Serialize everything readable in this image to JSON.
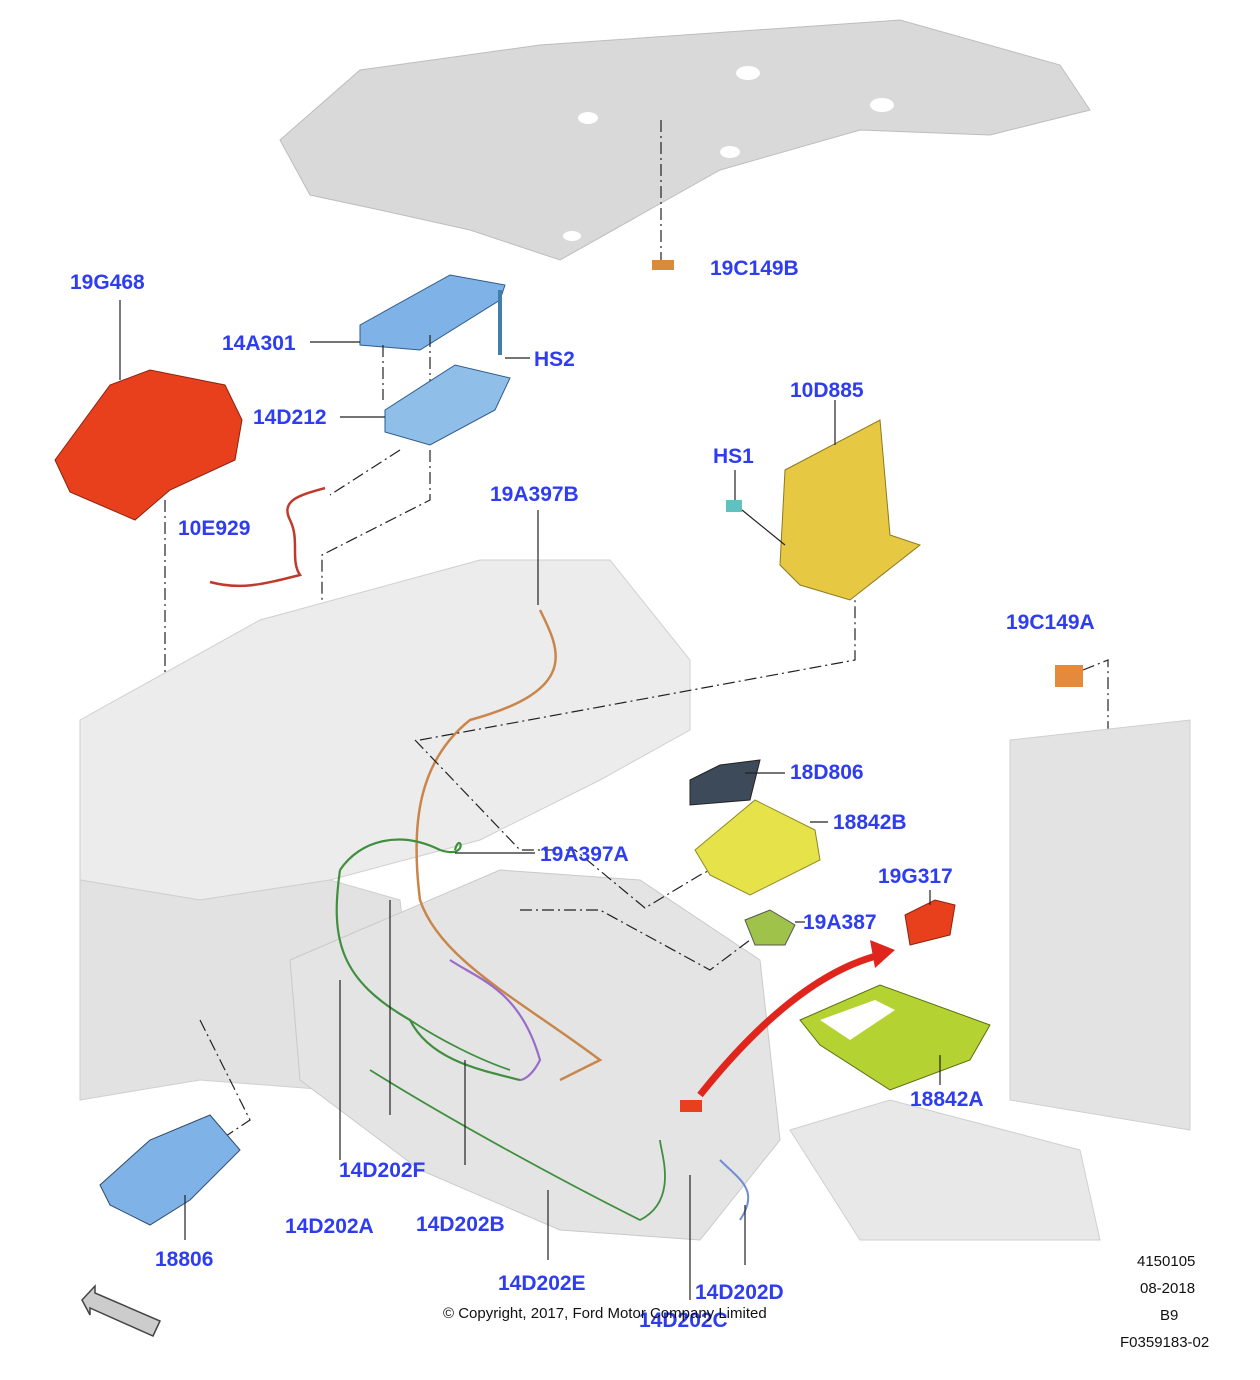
{
  "diagram": {
    "labels": [
      {
        "id": "p19g468",
        "text": "19G468"
      },
      {
        "id": "p14a301",
        "text": "14A301"
      },
      {
        "id": "phs2",
        "text": "HS2"
      },
      {
        "id": "p14d212",
        "text": "14D212"
      },
      {
        "id": "p19c149b",
        "text": "19C149B"
      },
      {
        "id": "p10d885",
        "text": "10D885"
      },
      {
        "id": "phs1",
        "text": "HS1"
      },
      {
        "id": "p10e929",
        "text": "10E929"
      },
      {
        "id": "p19a397b",
        "text": "19A397B"
      },
      {
        "id": "p19c149a",
        "text": "19C149A"
      },
      {
        "id": "p18d806",
        "text": "18D806"
      },
      {
        "id": "p18842b",
        "text": "18842B"
      },
      {
        "id": "p19a397a",
        "text": "19A397A"
      },
      {
        "id": "p19g317",
        "text": "19G317"
      },
      {
        "id": "p19a387",
        "text": "19A387"
      },
      {
        "id": "p18842a",
        "text": "18842A"
      },
      {
        "id": "p14d202f",
        "text": "14D202F"
      },
      {
        "id": "p14d202a",
        "text": "14D202A"
      },
      {
        "id": "p14d202b",
        "text": "14D202B"
      },
      {
        "id": "p18806",
        "text": "18806"
      },
      {
        "id": "p14d202e",
        "text": "14D202E"
      },
      {
        "id": "p14d202d",
        "text": "14D202D"
      },
      {
        "id": "p14d202c",
        "text": "14D202C"
      }
    ],
    "meta": {
      "number": "4150105",
      "date": "08-2018",
      "revision": "B9",
      "figure_id": "F0359183-02"
    },
    "copyright": "© Copyright, 2017, Ford Motor Company Limited",
    "colors": {
      "label": "#2f3df0",
      "body_gray": "#d9d9d9",
      "module_red": "#e8401c",
      "bracket_blue": "#7fb2e6",
      "part_yellow": "#e6d94a",
      "lid_green": "#b5d233",
      "wire_orange": "#c9864a",
      "wire_green": "#3f8f3f",
      "wire_purple": "#9a6cc9",
      "arrow_red": "#e0251c"
    }
  }
}
